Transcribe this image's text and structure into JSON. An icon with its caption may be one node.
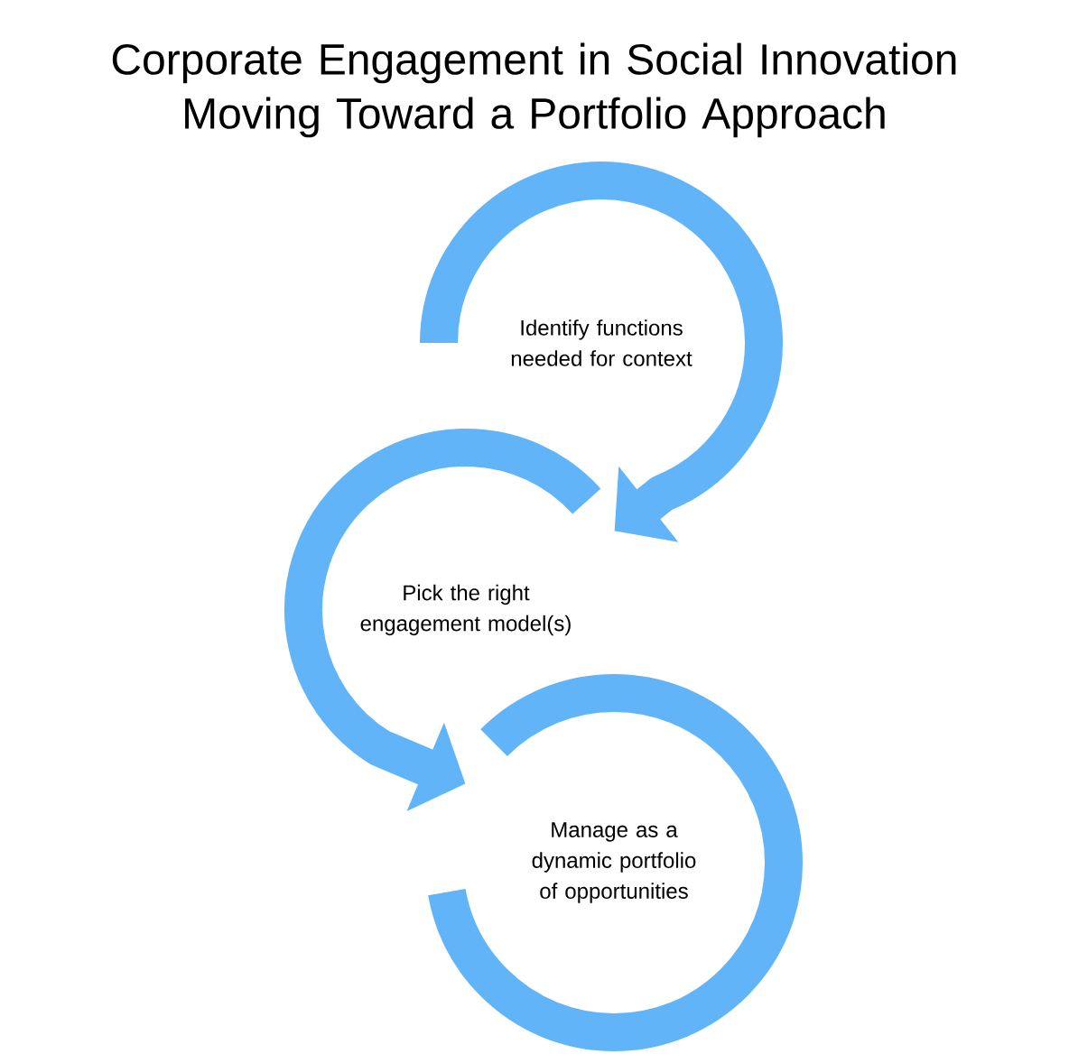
{
  "diagram": {
    "title": "Corporate Engagement in Social Innovation Moving Toward a Portfolio Approach",
    "nodes": [
      {
        "text": [
          "Identify functions needed for context"
        ]
      },
      {
        "text": [
          "Pick the right engagement model(s)"
        ]
      },
      {
        "text": [
          "Manage as a dynamic portfolio of opportunities"
        ]
      }
    ],
    "edges": [
      {
        "from": 0,
        "to": 1,
        "arrow": "to"
      },
      {
        "from": 1,
        "to": 2,
        "arrow": "to"
      },
      {
        "from": 2,
        "to": 2,
        "arrow": "none"
      }
    ]
  }
}
